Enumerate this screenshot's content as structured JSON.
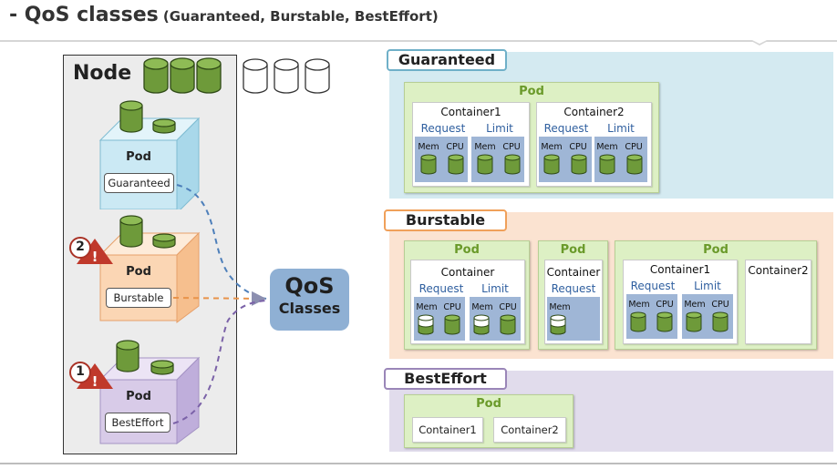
{
  "header": {
    "title": "- QoS classes",
    "subtitle": "(Guaranteed, Burstable, BestEffort)"
  },
  "node": {
    "title": "Node",
    "capacity": {
      "used": 3,
      "free": 3
    },
    "pods": [
      {
        "label": "Pod",
        "tag": "Guaranteed",
        "color": "#cbe9f4"
      },
      {
        "label": "Pod",
        "tag": "Burstable",
        "color": "#fbd6b4",
        "warning": "2"
      },
      {
        "label": "Pod",
        "tag": "BestEffort",
        "color": "#d8cbe8",
        "warning": "1"
      }
    ]
  },
  "qos": {
    "line1": "QoS",
    "line2": "Classes"
  },
  "classes": {
    "guaranteed": {
      "name": "Guaranteed",
      "pod_label": "Pod",
      "containers": [
        {
          "name": "Container1",
          "request": "Request",
          "limit": "Limit",
          "mem": "Mem",
          "cpu": "CPU"
        },
        {
          "name": "Container2",
          "request": "Request",
          "limit": "Limit",
          "mem": "Mem",
          "cpu": "CPU"
        }
      ]
    },
    "burstable": {
      "name": "Burstable",
      "pods": [
        {
          "label": "Pod",
          "container": "Container",
          "request": "Request",
          "limit": "Limit",
          "mem": "Mem",
          "cpu": "CPU"
        },
        {
          "label": "Pod",
          "container": "Container",
          "request": "Request",
          "mem": "Mem"
        },
        {
          "label": "Pod",
          "container1": "Container1",
          "container2": "Container2",
          "request": "Request",
          "limit": "Limit",
          "mem": "Mem",
          "cpu": "CPU"
        }
      ]
    },
    "besteffort": {
      "name": "BestEffort",
      "pod_label": "Pod",
      "containers": [
        "Container1",
        "Container2"
      ]
    }
  },
  "colors": {
    "guaranteed_bg": "#d4eaf1",
    "burstable_bg": "#fbe3d1",
    "besteffort_bg": "#e1dcec",
    "guaranteed_accent": "#6fb0c8",
    "burstable_accent": "#f0a05a",
    "besteffort_accent": "#9a86b8",
    "cylinder_green": "#6e9a3a",
    "pod_green": "#ddf0c4"
  }
}
